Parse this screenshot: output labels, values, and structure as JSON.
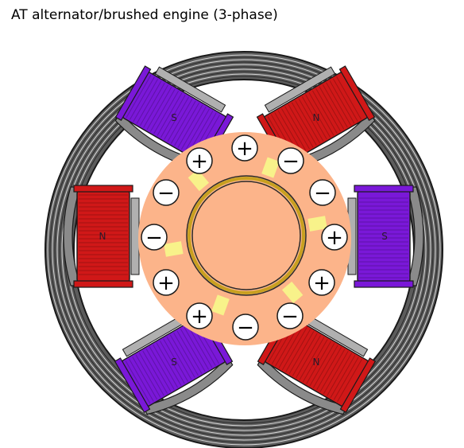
{
  "title": "AT alternator/brushed engine (3-phase)",
  "colors": {
    "frame": "#6a6a6a",
    "frame_dark": "#3a3a3a",
    "rotor": "#fcb48a",
    "shaft_ring": "#c8a020",
    "shaft": "#fcb48a",
    "slot": "#f8f28a",
    "north": "#d01818",
    "south": "#7a18d8",
    "coil_fill": "#ffffff"
  },
  "poles": [
    {
      "label": "N",
      "polarity": "north"
    },
    {
      "label": "S",
      "polarity": "south"
    },
    {
      "label": "S",
      "polarity": "south"
    },
    {
      "label": "N",
      "polarity": "north"
    },
    {
      "label": "N",
      "polarity": "north"
    },
    {
      "label": "S",
      "polarity": "south"
    }
  ],
  "rotor_coils": [
    "+",
    "−",
    "−",
    "+",
    "+",
    "−",
    "−",
    "+",
    "+",
    "−",
    "−",
    "+"
  ]
}
